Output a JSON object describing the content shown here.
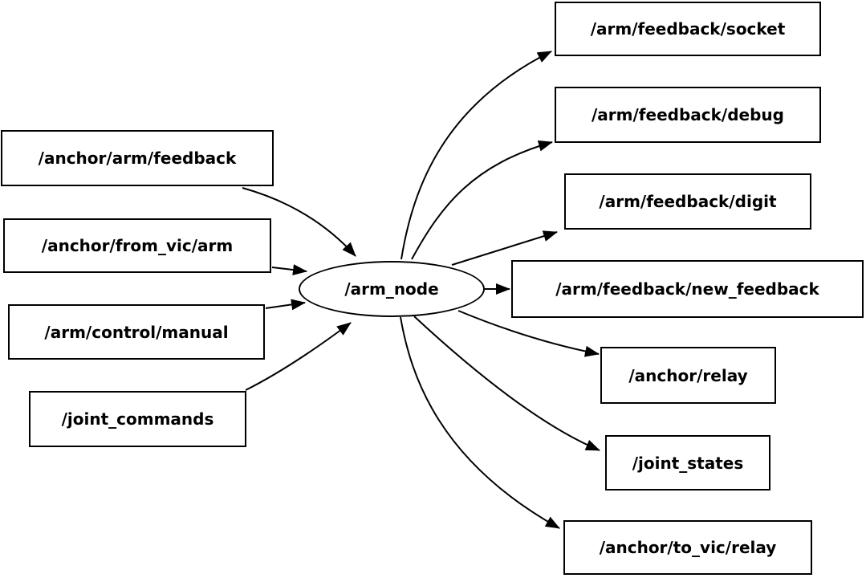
{
  "graph": {
    "colors": {
      "background": "#ffffff",
      "stroke": "#000000",
      "node_fill": "#ffffff",
      "text": "#000000"
    },
    "center_node": {
      "label": "/arm_node",
      "shape": "ellipse"
    },
    "inputs": [
      {
        "label": "/anchor/arm/feedback"
      },
      {
        "label": "/anchor/from_vic/arm"
      },
      {
        "label": "/arm/control/manual"
      },
      {
        "label": "/joint_commands"
      }
    ],
    "outputs": [
      {
        "label": "/arm/feedback/socket"
      },
      {
        "label": "/arm/feedback/debug"
      },
      {
        "label": "/arm/feedback/digit"
      },
      {
        "label": "/arm/feedback/new_feedback"
      },
      {
        "label": "/anchor/relay"
      },
      {
        "label": "/joint_states"
      },
      {
        "label": "/anchor/to_vic/relay"
      }
    ],
    "edges": [
      {
        "from": "/anchor/arm/feedback",
        "to": "/arm_node"
      },
      {
        "from": "/anchor/from_vic/arm",
        "to": "/arm_node"
      },
      {
        "from": "/arm/control/manual",
        "to": "/arm_node"
      },
      {
        "from": "/joint_commands",
        "to": "/arm_node"
      },
      {
        "from": "/arm_node",
        "to": "/arm/feedback/socket"
      },
      {
        "from": "/arm_node",
        "to": "/arm/feedback/debug"
      },
      {
        "from": "/arm_node",
        "to": "/arm/feedback/digit"
      },
      {
        "from": "/arm_node",
        "to": "/arm/feedback/new_feedback"
      },
      {
        "from": "/arm_node",
        "to": "/anchor/relay"
      },
      {
        "from": "/arm_node",
        "to": "/joint_states"
      },
      {
        "from": "/arm_node",
        "to": "/anchor/to_vic/relay"
      }
    ]
  }
}
